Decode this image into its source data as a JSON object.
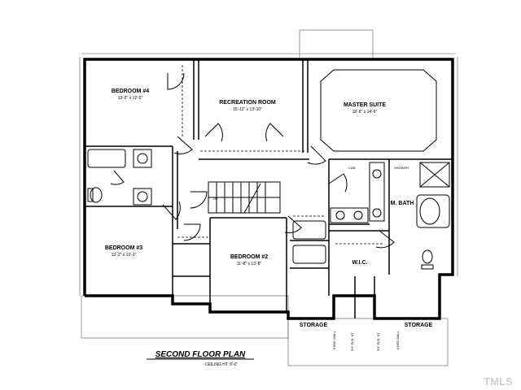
{
  "plan": {
    "title": "SECOND FLOOR PLAN",
    "subtitle": "CEILING HT. 9'-0\"",
    "watermark": "TMLS"
  },
  "rooms": {
    "bedroom4": {
      "name": "BEDROOM #4",
      "dims": "13'-2\" x 12'-5\""
    },
    "recreation": {
      "name": "RECREATION ROOM",
      "dims": "15'-11\" x 13'-10\""
    },
    "master": {
      "name": "MASTER SUITE",
      "dims": "18'-8\" x 14'-8\""
    },
    "bedroom3": {
      "name": "BEDROOM #3",
      "dims": "13'-2\" x 13'-3\""
    },
    "bedroom2": {
      "name": "BEDROOM #2",
      "dims": "11'-8\" x 13'-8\""
    },
    "wic": {
      "name": "W.I.C."
    },
    "mbath": {
      "name": "M. BATH"
    },
    "storage_left": {
      "name": "STORAGE"
    },
    "storage_right": {
      "name": "STORAGE"
    }
  },
  "annotations": {
    "walkin_left": "3'6\" FLR. HT.",
    "walkin_right": "3'6\" FLR. HT.",
    "knee_left": "KNEE WALL",
    "knee_right": "KNEE WALL",
    "shower": "SHOWER",
    "cab": "CAB.",
    "up": "UP"
  }
}
